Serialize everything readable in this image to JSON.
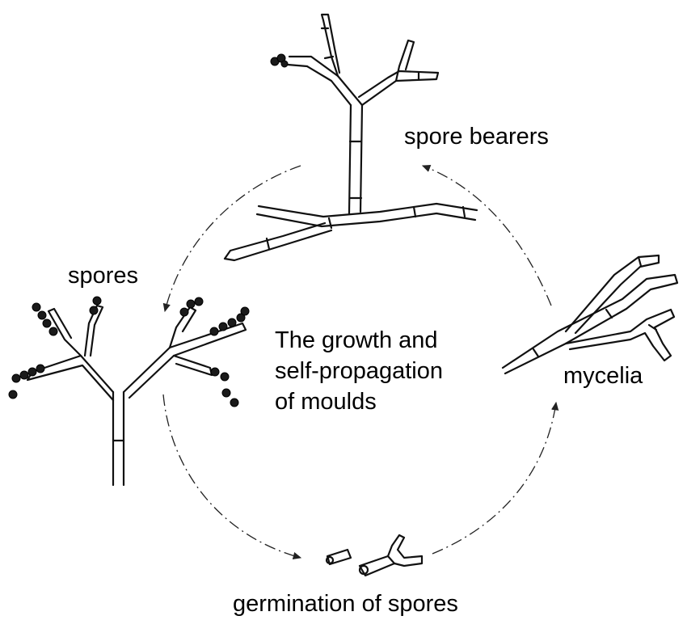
{
  "diagram": {
    "title_lines": [
      "The growth and",
      "self-propagation",
      "of moulds"
    ],
    "stages": {
      "spore_bearers": "spore bearers",
      "spores": "spores",
      "mycelia": "mycelia",
      "germination": "germination of spores"
    },
    "colors": {
      "ink": "#111111",
      "background": "#ffffff"
    }
  }
}
